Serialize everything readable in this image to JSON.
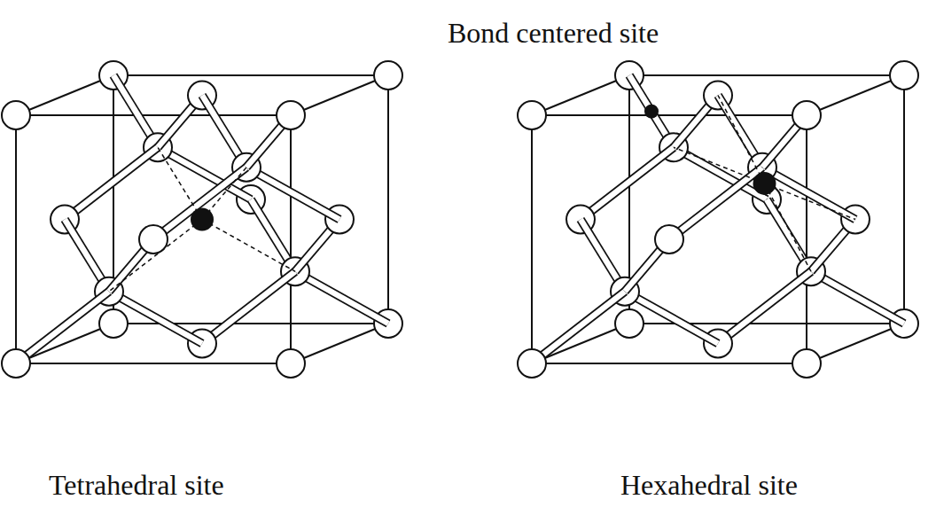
{
  "diagram": {
    "labels": [
      "Bond centered site",
      "Tetrahedral site",
      "Hexahedral site"
    ]
  }
}
